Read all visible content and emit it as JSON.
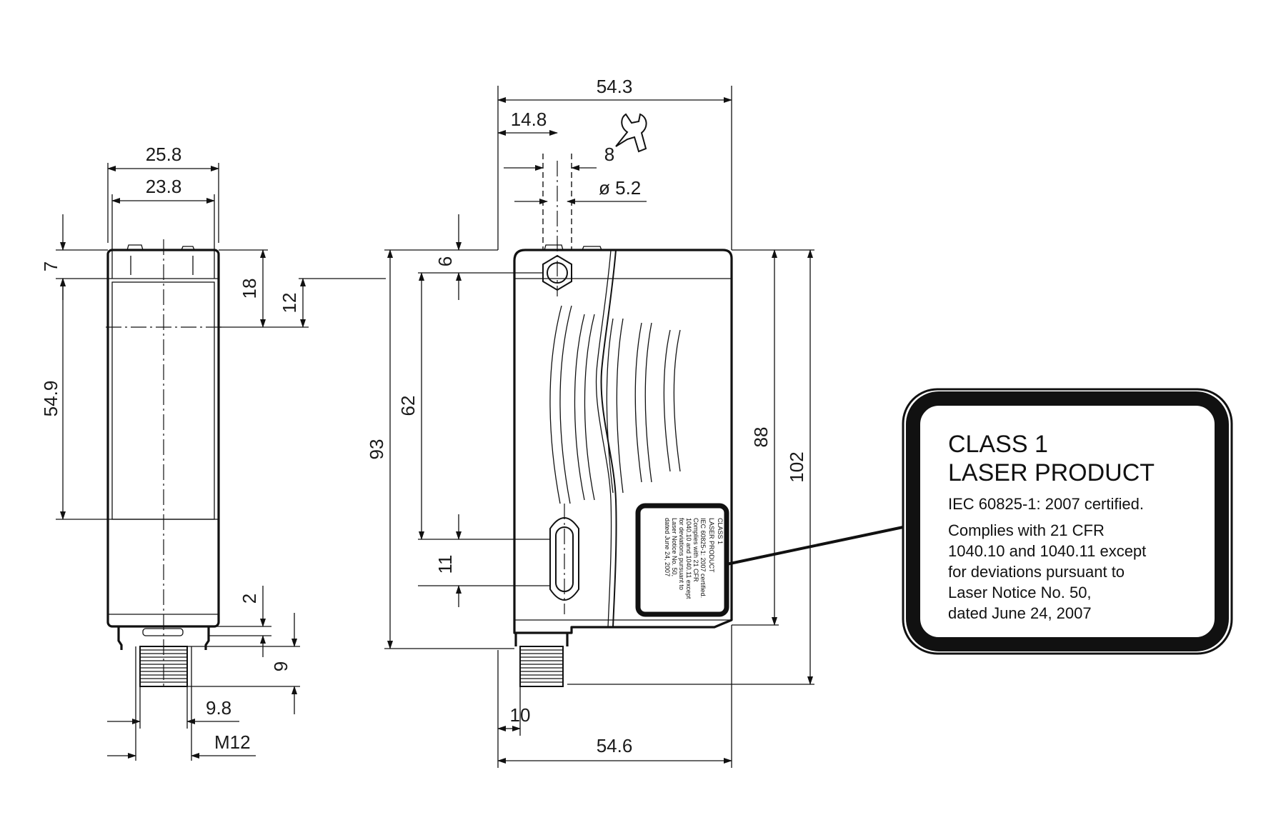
{
  "dimensions": {
    "side_width_outer": "25.8",
    "side_width_inner": "23.8",
    "side_top_7": "7",
    "side_height_54_9": "54.9",
    "side_18": "18",
    "side_12": "12",
    "side_2": "2",
    "side_9": "9",
    "side_9_8": "9.8",
    "side_thread": "M12",
    "front_width_top": "54.3",
    "front_14_8": "14.8",
    "front_wrench": "8",
    "front_hole": "ø 5.2",
    "front_6": "6",
    "front_62": "62",
    "front_93": "93",
    "front_11": "11",
    "front_88": "88",
    "front_102": "102",
    "front_10": "10",
    "front_width_bottom": "54.6"
  },
  "laser_label": {
    "line1": "CLASS 1",
    "line2": "LASER PRODUCT",
    "line3": "IEC 60825-1: 2007 certified.",
    "line4": "Complies with 21 CFR",
    "line5": "1040.10 and 1040.11 except",
    "line6": "for deviations pursuant to",
    "line7": "Laser Notice No. 50,",
    "line8": "dated June 24, 2007"
  },
  "icons": {
    "wrench": "wrench-icon"
  }
}
